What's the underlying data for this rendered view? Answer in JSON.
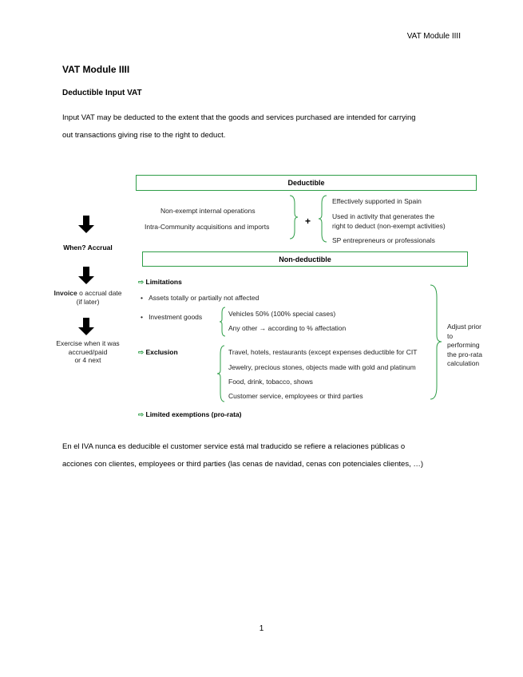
{
  "header": {
    "running_title": "VAT Module IIII"
  },
  "doc": {
    "title": "VAT Module IIII",
    "subtitle": "Deductible Input VAT",
    "para1_line1": "Input VAT may be deducted to the extent that the goods and services purchased are intended for carrying",
    "para1_line2": "out transactions giving rise to the right to deduct.",
    "para2_line1": "En el IVA nunca es deducible el customer service está mal traducido se refiere a relaciones públicas o",
    "para2_line2": "acciones con clientes, employees or third parties (las cenas de navidad, cenas con potenciales clientes, …)",
    "page_number": "1"
  },
  "diagram": {
    "deductible_label": "Deductible",
    "non_deductible_label": "Non-deductible",
    "left_items": [
      "Non-exempt internal operations",
      "Intra-Community acquisitions and imports"
    ],
    "plus": "+",
    "right_items": [
      "Effectively supported in Spain",
      "Used in activity that generates the",
      "right to deduct (non-exempt activities)",
      "SP entrepreneurs or professionals"
    ],
    "when_label": "When? Accrual",
    "invoice_bold": "Invoice",
    "invoice_rest": "o accrual date",
    "invoice_line2": "(if later)",
    "exercise_lines": [
      "Exercise when it was",
      "accrued/paid",
      "or 4 next"
    ],
    "limitations_label": "Limitations",
    "bullet1": "Assets totally or partially not affected",
    "bullet2": "Investment goods",
    "vehicles": "Vehicles 50% (100% special cases)",
    "any_other": "Any other → according to % affectation",
    "exclusion_label": "Exclusion",
    "exclusion_items": [
      "Travel, hotels, restaurants (except expenses deductible for CIT",
      "Jewelry, precious stones, objects made with gold and platinum",
      "Food, drink, tobacco, shows",
      "Customer service, employees or third parties"
    ],
    "adjust_lines": [
      "Adjust prior",
      "to",
      "performing",
      "the pro-rata",
      "calculation"
    ],
    "limited_label": "Limited exemptions (pro-rata)",
    "green": "#2e9d47"
  }
}
